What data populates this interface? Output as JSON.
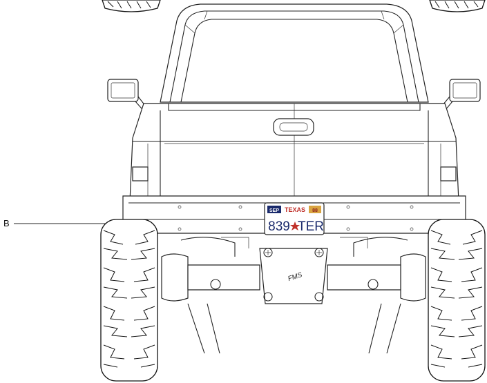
{
  "callout": {
    "label": "B"
  },
  "license_plate": {
    "state": "TEXAS",
    "left_sticker": "SEP",
    "right_sticker": "88",
    "number_left": "839",
    "number_right": "TER",
    "colors": {
      "text": "#1a2a6c",
      "star": "#c0312b",
      "state": "#c0312b",
      "sticker": "#d9a441"
    }
  },
  "differential_logo": "FMS"
}
